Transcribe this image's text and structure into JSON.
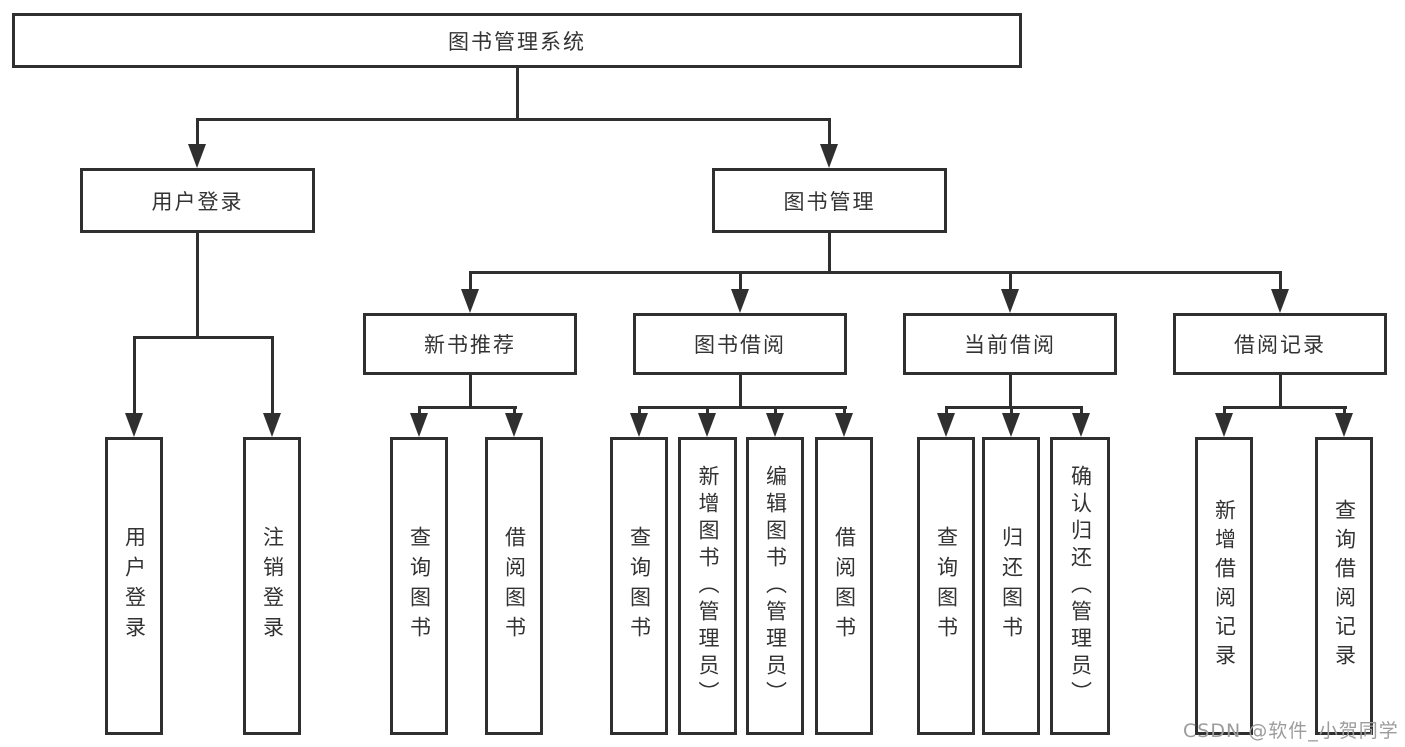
{
  "diagram": {
    "root": {
      "label": "图书管理系统"
    },
    "level2": [
      {
        "id": "user-login",
        "label": "用户登录"
      },
      {
        "id": "book-management",
        "label": "图书管理"
      }
    ],
    "level3": [
      {
        "id": "new-book-recommendation",
        "parent": "图书管理",
        "label": "新书推荐"
      },
      {
        "id": "book-borrowing",
        "parent": "图书管理",
        "label": "图书借阅"
      },
      {
        "id": "current-borrowing",
        "parent": "图书管理",
        "label": "当前借阅"
      },
      {
        "id": "borrowing-records",
        "parent": "图书管理",
        "label": "借阅记录"
      }
    ],
    "leaves": [
      {
        "parent": "用户登录",
        "label": "用户登录"
      },
      {
        "parent": "用户登录",
        "label": "注销登录"
      },
      {
        "parent": "新书推荐",
        "label": "查询图书"
      },
      {
        "parent": "新书推荐",
        "label": "借阅图书"
      },
      {
        "parent": "图书借阅",
        "label": "查询图书"
      },
      {
        "parent": "图书借阅",
        "label": "新增图书（管理员）"
      },
      {
        "parent": "图书借阅",
        "label": "编辑图书（管理员）"
      },
      {
        "parent": "图书借阅",
        "label": "借阅图书"
      },
      {
        "parent": "当前借阅",
        "label": "查询图书"
      },
      {
        "parent": "当前借阅",
        "label": "归还图书"
      },
      {
        "parent": "当前借阅",
        "label": "确认归还（管理员）"
      },
      {
        "parent": "借阅记录",
        "label": "新增借阅记录"
      },
      {
        "parent": "借阅记录",
        "label": "查询借阅记录"
      }
    ],
    "watermark": "CSDN @软件_小贺同学",
    "colors": {
      "line": "#2f2f2f",
      "text": "#333333",
      "background": "#ffffff",
      "watermark": "#9c9c9c"
    }
  }
}
